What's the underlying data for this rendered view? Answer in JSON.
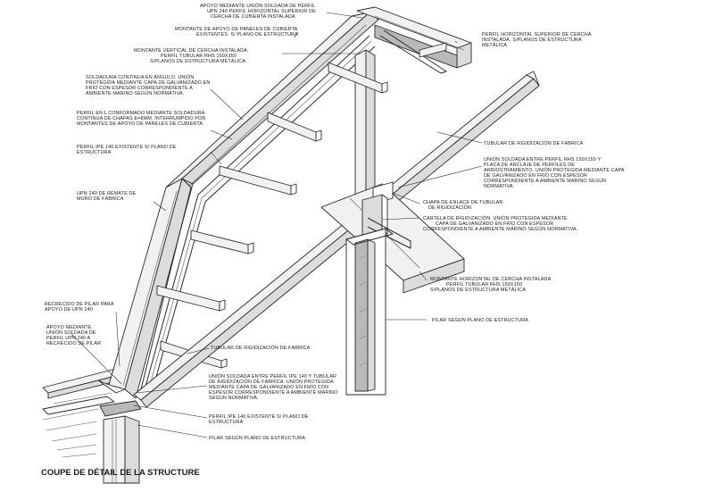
{
  "title": "COUPE DE DÉTAIL DE LA STRUCTURE",
  "labels_left": [
    {
      "id": "apoyo-upn",
      "lines": [
        "APOYO MEDIANTE UNIÓN SOLDADA DE PERFIL",
        "UPN 240 PERFIL HORIZONTAL SUPERIOR DE",
        "CERCHA DE CUBIERTA INSTALADA"
      ]
    },
    {
      "id": "montante-apoyo",
      "lines": [
        "MONTANTE DE APOYO DE PANELES DE CUBIERTA",
        "EXISTENTES. S/ PLANO DE ESTRUCTURA"
      ]
    },
    {
      "id": "montante-vertical",
      "lines": [
        "MONTANTE VERTICAL DE CERCHA INSTALADA.",
        "PERFIL TUBULAR RHS 150X150",
        "S/PLANOS DE ESTRUCTURA METÁLICA"
      ]
    },
    {
      "id": "soldadura-continua",
      "lines": [
        "SOLDADURA CONTINUA EN ÁNGULO. UNIÓN",
        "PROTEGIDA MEDIANTE CAPA DE GALVANIZADO EN",
        "FRÍO CON ESPESOR CORRESPONDIENTE A",
        "AMBIENTE MARINO SEGÚN NORMATIVA."
      ]
    },
    {
      "id": "perfil-l",
      "lines": [
        "PERFIL EN L CONFORMADO MEDIANTE SOLDADURA",
        "CONTINUA DE CHAPAS E=8MM, INTERRUMPIDO POR",
        "MONTANTES DE APOYO DE PANELES DE CUBIERTA"
      ]
    },
    {
      "id": "ipe140-top",
      "lines": [
        "PERFIL IPE 140 EXISTENTE S/ PLANO DE",
        "ESTRUCTURA"
      ]
    },
    {
      "id": "upn-remate",
      "lines": [
        "UPN 240 DE REMATE DE",
        "MURO DE FÁBRICA"
      ]
    },
    {
      "id": "recrecido",
      "lines": [
        "RECRECIDO DE PILAR PARA",
        "APOYO DE UPN 240"
      ]
    },
    {
      "id": "apoyo-recrecido",
      "lines": [
        "APOYO MEDIANTE",
        "UNIÓN SOLDADA DE",
        "PERFIL UPN 240 A",
        "RECRECIDO DE PILAR"
      ]
    }
  ],
  "labels_right": [
    {
      "id": "perfil-horizontal-sup",
      "lines": [
        "PERFIL HORIZONTAL SUPERIOR DE CERCHA",
        "INSTALADA. S/PLANOS DE ESTRUCTURA",
        "METÁLICA"
      ]
    },
    {
      "id": "tubular-fabrica-top",
      "lines": [
        "TUBULAR DE RIGIDIZACIÓN DE FÁBRICA"
      ]
    },
    {
      "id": "union-rhs",
      "lines": [
        "UNIÓN SOLDADA ENTRE PERFIL RHS 150X150 Y",
        "PLACA DE ANCLAJE DE PERFILES DE",
        "ARRIOSTRAMIENTO. UNIÓN PROTEGIDA MEDIANTE CAPA",
        "DE GALVANIZADO EN FRÍO CON ESPESOR",
        "CORRESPONDIENTE A AMBIENTE MARINO SEGÚN",
        "NORMATIVA."
      ]
    },
    {
      "id": "chapa-enlace",
      "lines": [
        "CHAPA DE ENLACE DE TUBULAR",
        "DE RIGIDIZACIÓN"
      ]
    },
    {
      "id": "cartela",
      "lines": [
        "CARTELA DE RIGIDIZACIÓN. UNIÓN PROTEGIDA MEDIANTE",
        "CAPA DE GALVANIZADO EN FRÍO CON ESPESOR",
        "CORRESPONDIENTE A AMBIENTE MARINO SEGÚN NORMATIVA."
      ]
    },
    {
      "id": "montante-horizontal",
      "lines": [
        "MONTANTE HORIZONTAL DE CERCHA INSTALADA.",
        "PERFIL TUBULAR RHS 150X150",
        "S/PLANOS DE ESTRUCTURA METÁLICA"
      ]
    },
    {
      "id": "pilar-right",
      "lines": [
        "PILAR SEGÚN PLANO DE ESTRUCTURA"
      ]
    }
  ],
  "labels_bottom": [
    {
      "id": "tubular-fabrica-bottom",
      "lines": [
        "TUBULAR DE RIGIDIZACIÓN DE FÁBRICA"
      ]
    },
    {
      "id": "union-ipe",
      "lines": [
        "UNIÓN SOLDADA ENTRE PERFIL IPE 140 Y TUBULAR",
        "DE RIGIDIZACIÓN DE FÁBRICA. UNIÓN PROTEGIDA",
        "MEDIANTE CAPA DE GALVANIZADO EN FRÍO CON",
        "ESPESOR CORRESPONDIENTE A AMBIENTE MARINO",
        "SEGÚN NORMATIVA."
      ]
    },
    {
      "id": "ipe140-bottom",
      "lines": [
        "PERFIL IPE 140 EXISTENTE S/ PLANO DE",
        "ESTRUCTURA"
      ]
    },
    {
      "id": "pilar-bottom",
      "lines": [
        "PILAR SEGÚN PLANO DE ESTRUCTURA"
      ]
    }
  ]
}
